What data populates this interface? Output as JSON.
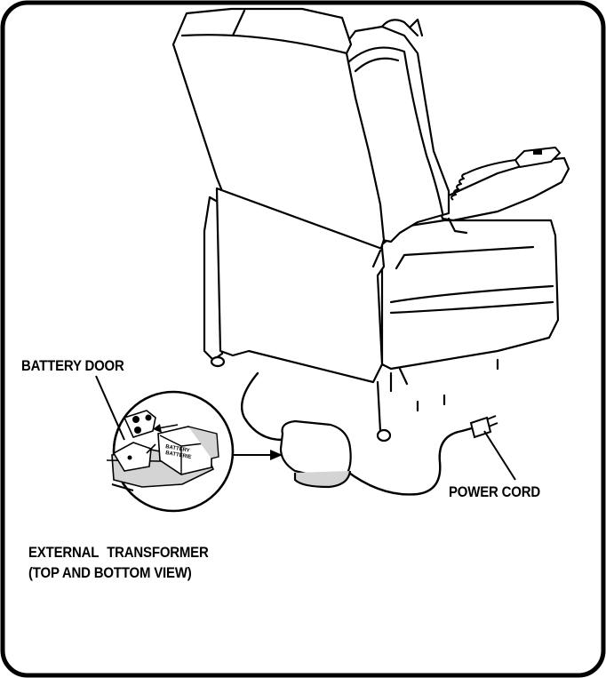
{
  "labels": {
    "battery_door": "BATTERY DOOR",
    "power_cord": "POWER CORD",
    "transformer_line1": "EXTERNAL TRANSFORMER",
    "transformer_line2": "(TOP AND BOTTOM VIEW)"
  },
  "battery_text": {
    "line1": "BATTERY",
    "line2": "BATTERIE"
  },
  "colors": {
    "line": "#000000",
    "background": "#ffffff",
    "shade": "#d4d4d4"
  }
}
